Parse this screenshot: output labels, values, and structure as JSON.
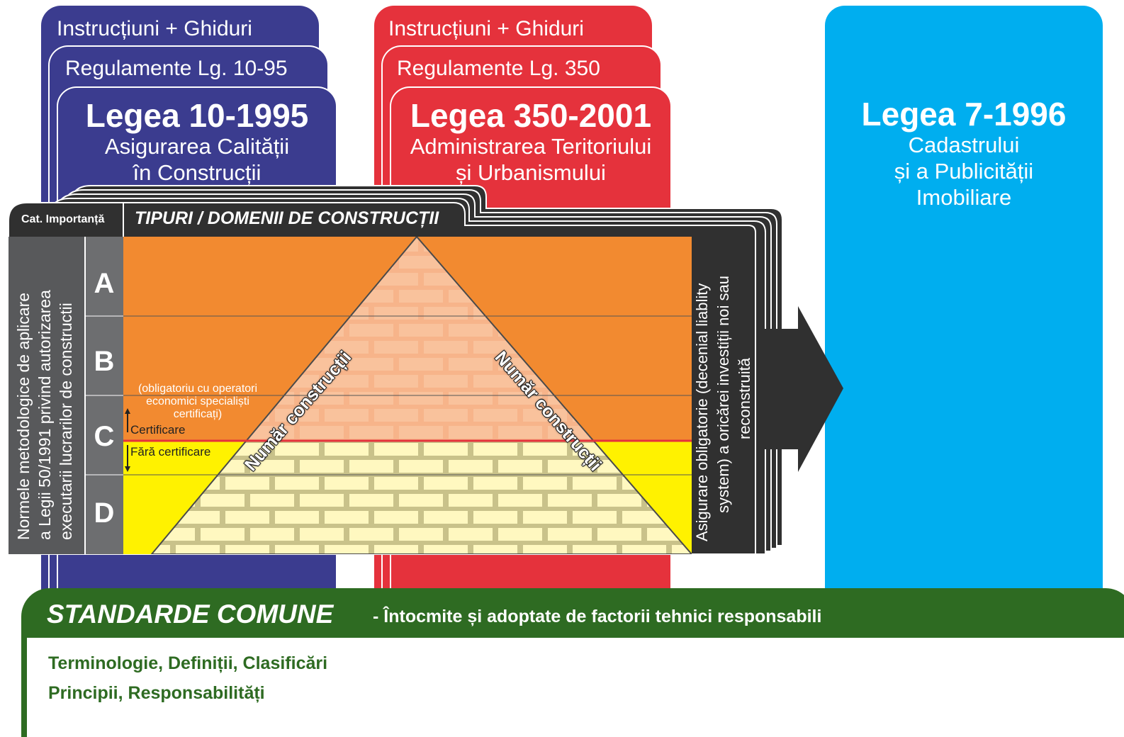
{
  "law_10_1995": {
    "instructions": "Instrucțiuni + Ghiduri",
    "regulations": "Regulamente Lg. 10-95",
    "title": "Legea 10-1995",
    "subtitle_1": "Asigurarea Calității",
    "subtitle_2": "în Construcții",
    "color": "#3b3c8f"
  },
  "law_350_2001": {
    "instructions": "Instrucțiuni + Ghiduri",
    "regulations": "Regulamente Lg. 350",
    "title": "Legea 350-2001",
    "subtitle_1": "Administrarea Teritoriului",
    "subtitle_2": "și Urbanismului",
    "color": "#e5323c"
  },
  "law_7_1996": {
    "title": "Legea 7-1996",
    "subtitle_1": "Cadastrului",
    "subtitle_2": "și a Publicității",
    "subtitle_3": "Imobiliare",
    "color": "#00aeef"
  },
  "matrix": {
    "cat_header": "Cat. Importanță",
    "types_header": "TIPURI / DOMENII DE CONSTRUCȚII",
    "side_text_1": "Normele metodologice de aplicare",
    "side_text_2": "a Legii 50/1991 privind autorizarea",
    "side_text_3": "executarii lucrarilor de constructii",
    "categories": [
      "A",
      "B",
      "C",
      "D"
    ],
    "certified_note_1": "(obligatoriu cu operatori",
    "certified_note_2": "economici specialiști",
    "certified_note_3": "certificați)",
    "certified_label": "Certificare",
    "uncertified_label": "Fără certificare",
    "pyramid_left_label": "Număr construcții",
    "pyramid_right_label": "Număr construcții",
    "insurance_1": "Asigurare obligatorie (decenial liablity",
    "insurance_2": "system) a oricărei investiții noi sau",
    "insurance_3": "reconstruită",
    "orange": "#f28a30",
    "yellow": "#fff200"
  },
  "standards": {
    "title": "STANDARDE COMUNE",
    "subtitle": "- Întocmite și adoptate de factorii tehnici responsabili",
    "item_1": "Terminologie, Definiții, Clasificări",
    "item_2": "Principii, Responsabilități",
    "color": "#2e6b22"
  }
}
